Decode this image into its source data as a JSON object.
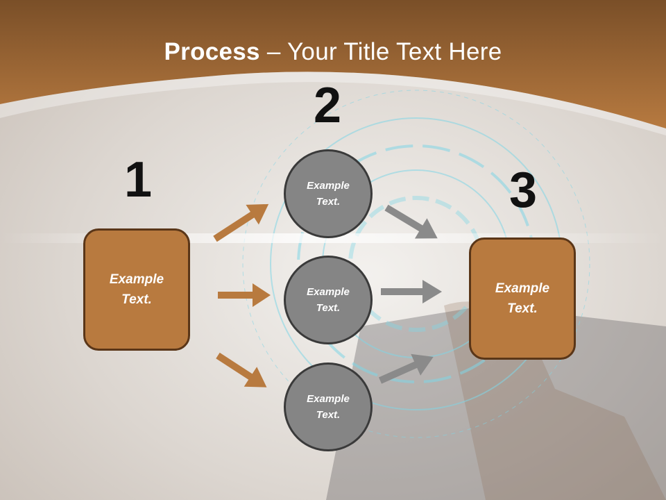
{
  "title": {
    "bold": "Process",
    "rest": " – Your Title Text Here"
  },
  "steps": {
    "step1_number": "1",
    "step2_number": "2",
    "step3_number": "3"
  },
  "left_box": {
    "line1": "Example",
    "line2": "Text."
  },
  "right_box": {
    "line1": "Example",
    "line2": "Text."
  },
  "circles": [
    {
      "line1": "Example",
      "line2": "Text."
    },
    {
      "line1": "Example",
      "line2": "Text."
    },
    {
      "line1": "Example",
      "line2": "Text."
    }
  ],
  "colors": {
    "brand_brown": "#b87a3f",
    "header_brown": "#8e5a2a",
    "circle_gray": "#858585",
    "arrow_gray": "#8a8a8a"
  }
}
